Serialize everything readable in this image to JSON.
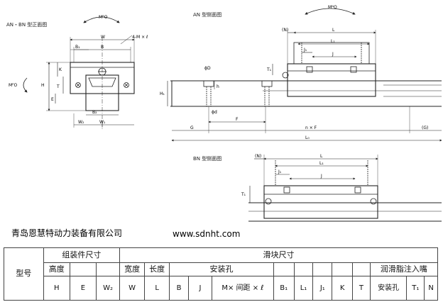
{
  "views": {
    "front_title": "AN・BN 型正面图",
    "side_an_title": "AN 型侧面图",
    "side_bn_title": "BN 型侧面图"
  },
  "front_labels": {
    "mro": "MᴿO",
    "mpo": "MᴾO",
    "mfo_note": "4-M × ℓ",
    "W": "W",
    "B": "B",
    "B1": "B₁",
    "K": "K",
    "T": "T",
    "H": "H",
    "E": "E",
    "B2": "B₂",
    "W2": "W₂",
    "W1": "W₁"
  },
  "side_an_labels": {
    "myo": "MᴺO",
    "N": "(N)",
    "L": "L",
    "L1": "L₁",
    "J1": "J₁",
    "J": "J",
    "T1": "T₁",
    "H1": "H₁",
    "dD": "ϕD",
    "h": "h",
    "dd": "ϕd",
    "F": "F",
    "G": "G",
    "nF": "n × F",
    "Gp": "(G)",
    "L0": "L₀"
  },
  "side_bn_labels": {
    "N": "(N)",
    "L": "L",
    "L1": "L₁",
    "J1": "J₁",
    "J": "J",
    "T1": "T₁"
  },
  "company": "青岛恩慧特动力装备有限公司",
  "website": "www.sdnht.com",
  "table": {
    "model": "型号",
    "assembly": "组装件尺寸",
    "block": "滑块尺寸",
    "height": "高度",
    "width": "宽度",
    "length": "长度",
    "mount_hole": "安装孔",
    "grease": "润滑脂注入嘴",
    "grease_hole": "安装孔",
    "cols": [
      "H",
      "E",
      "W₂",
      "W",
      "L",
      "B",
      "J",
      "M× 间距 × ℓ",
      "B₁",
      "L₁",
      "J₁",
      "K",
      "T",
      "T₁",
      "N"
    ]
  }
}
